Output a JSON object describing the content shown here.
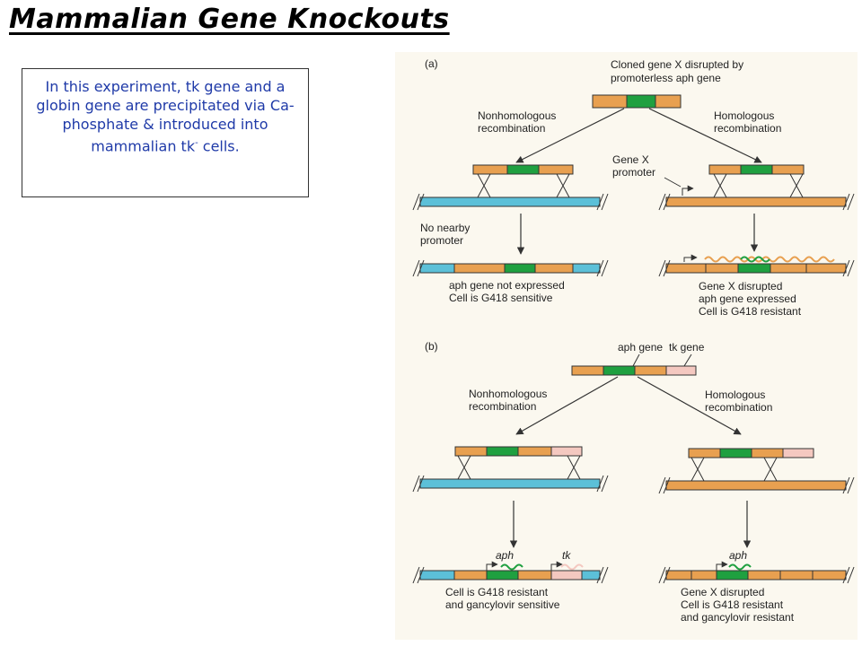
{
  "slide": {
    "title": "Mammalian Gene Knockouts",
    "info": {
      "text_main": "In this experiment, tk gene and a globin gene are precipitated via Ca-phosphate & introduced into mammalian tk",
      "superscript": "-",
      "text_end": " cells."
    }
  },
  "figure": {
    "colors": {
      "orange": "#e8a050",
      "green": "#1fa040",
      "blue": "#5cc0d8",
      "pink": "#f4c8c0",
      "line": "#333333",
      "panel_bg": "#fbf8ef"
    },
    "panel_a": {
      "label": "(a)",
      "top_caption": [
        "Cloned gene X disrupted by",
        "promoterless aph gene"
      ],
      "left_branch": [
        "Nonhomologous",
        "recombination"
      ],
      "right_branch": [
        "Homologous",
        "recombination"
      ],
      "gene_x_promoter": [
        "Gene X",
        "promoter"
      ],
      "no_nearby": [
        "No nearby",
        "promoter"
      ],
      "left_result": [
        "aph gene not expressed",
        "Cell is G418 sensitive"
      ],
      "right_result": [
        "Gene X disrupted",
        "aph gene expressed",
        "Cell is G418 resistant"
      ]
    },
    "panel_b": {
      "label": "(b)",
      "aph_gene": "aph gene",
      "tk_gene": "tk gene",
      "left_branch": [
        "Nonhomologous",
        "recombination"
      ],
      "right_branch": [
        "Homologous",
        "recombination"
      ],
      "aph_left": "aph",
      "tk_left": "tk",
      "aph_right": "aph",
      "left_result": [
        "Cell is G418 resistant",
        "and gancylovir sensitive"
      ],
      "right_result": [
        "Gene X disrupted",
        "Cell is G418 resistant",
        "and gancylovir resistant"
      ]
    }
  }
}
